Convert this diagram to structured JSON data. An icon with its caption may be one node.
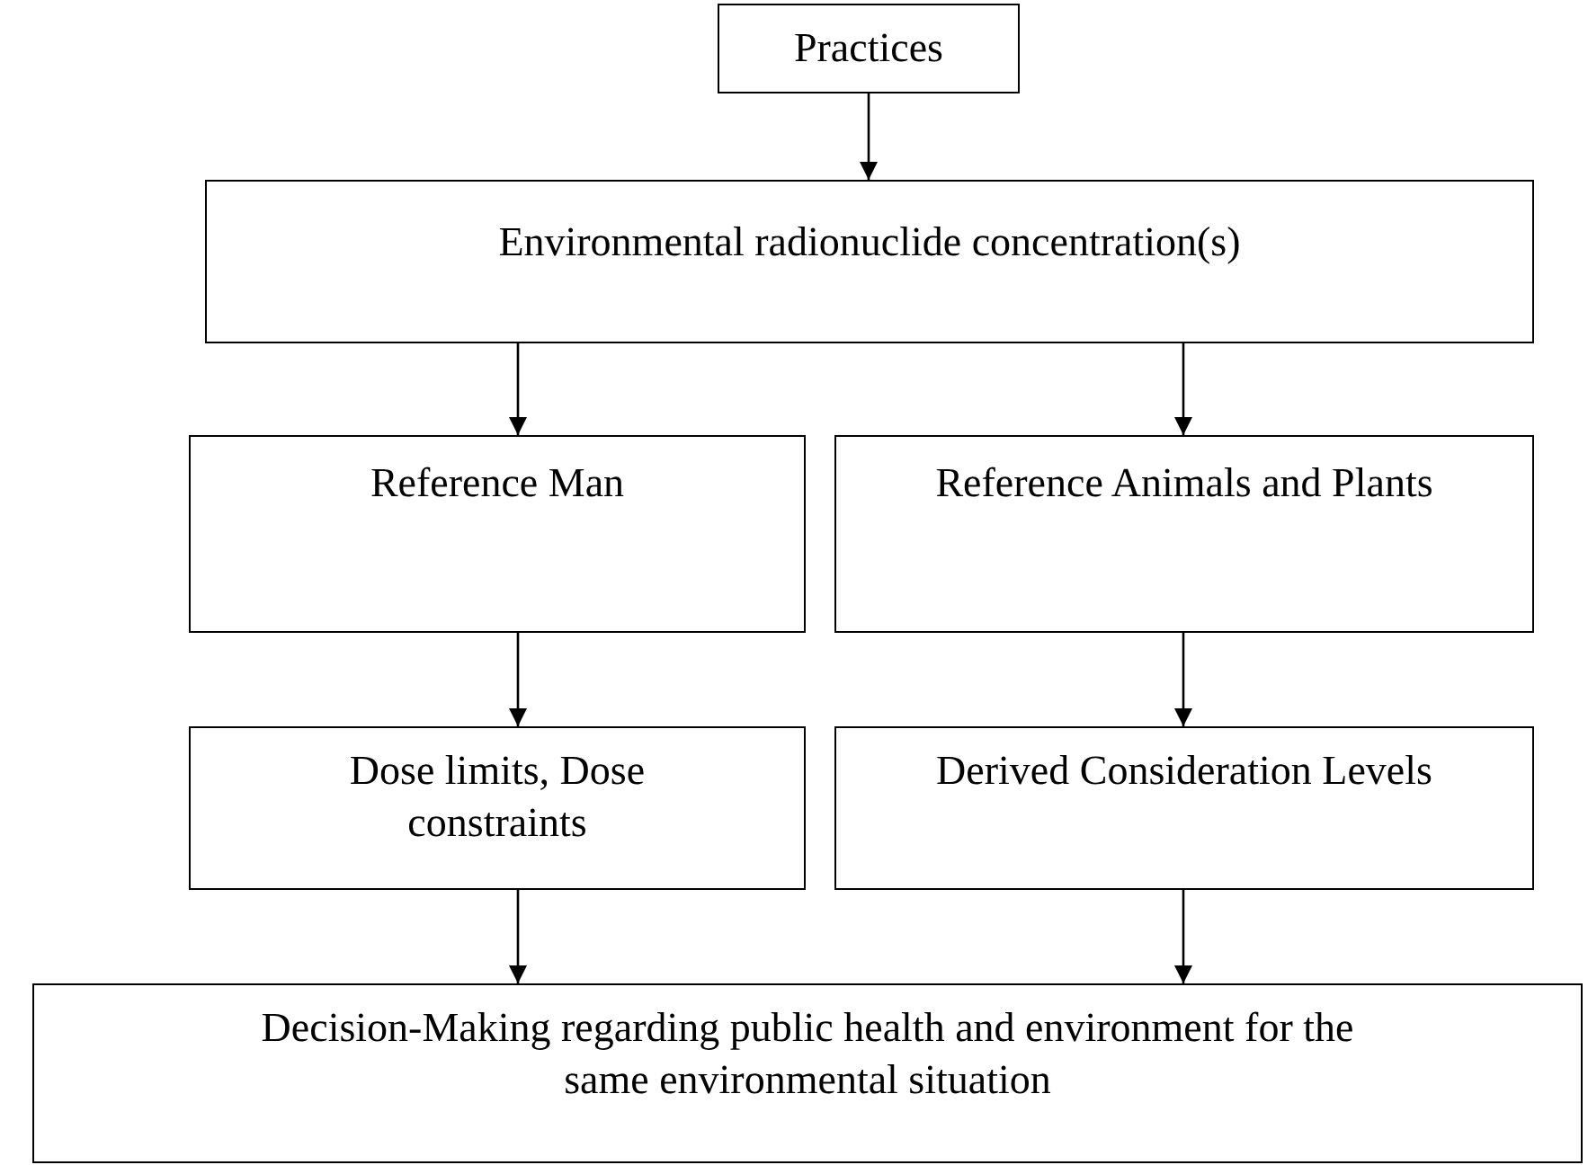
{
  "diagram": {
    "nodes": [
      {
        "text": [
          "Practices"
        ]
      },
      {
        "text": [
          "Environmental radionuclide concentration(s)"
        ]
      },
      {
        "text": [
          "Reference Man"
        ]
      },
      {
        "text": [
          "Reference Animals and Plants"
        ]
      },
      {
        "text": [
          "Dose limits, Dose constraints"
        ]
      },
      {
        "text": [
          "Derived Consideration Levels"
        ]
      },
      {
        "text": [
          "Decision-Making regarding public health and environment for the same environmental situation"
        ]
      }
    ],
    "edges": [
      {
        "from": 0,
        "to": 1,
        "arrow": "to"
      },
      {
        "from": 1,
        "to": 2,
        "arrow": "to"
      },
      {
        "from": 1,
        "to": 3,
        "arrow": "to"
      },
      {
        "from": 2,
        "to": 4,
        "arrow": "to"
      },
      {
        "from": 3,
        "to": 5,
        "arrow": "to"
      },
      {
        "from": 4,
        "to": 6,
        "arrow": "to"
      },
      {
        "from": 5,
        "to": 6,
        "arrow": "to"
      }
    ]
  }
}
